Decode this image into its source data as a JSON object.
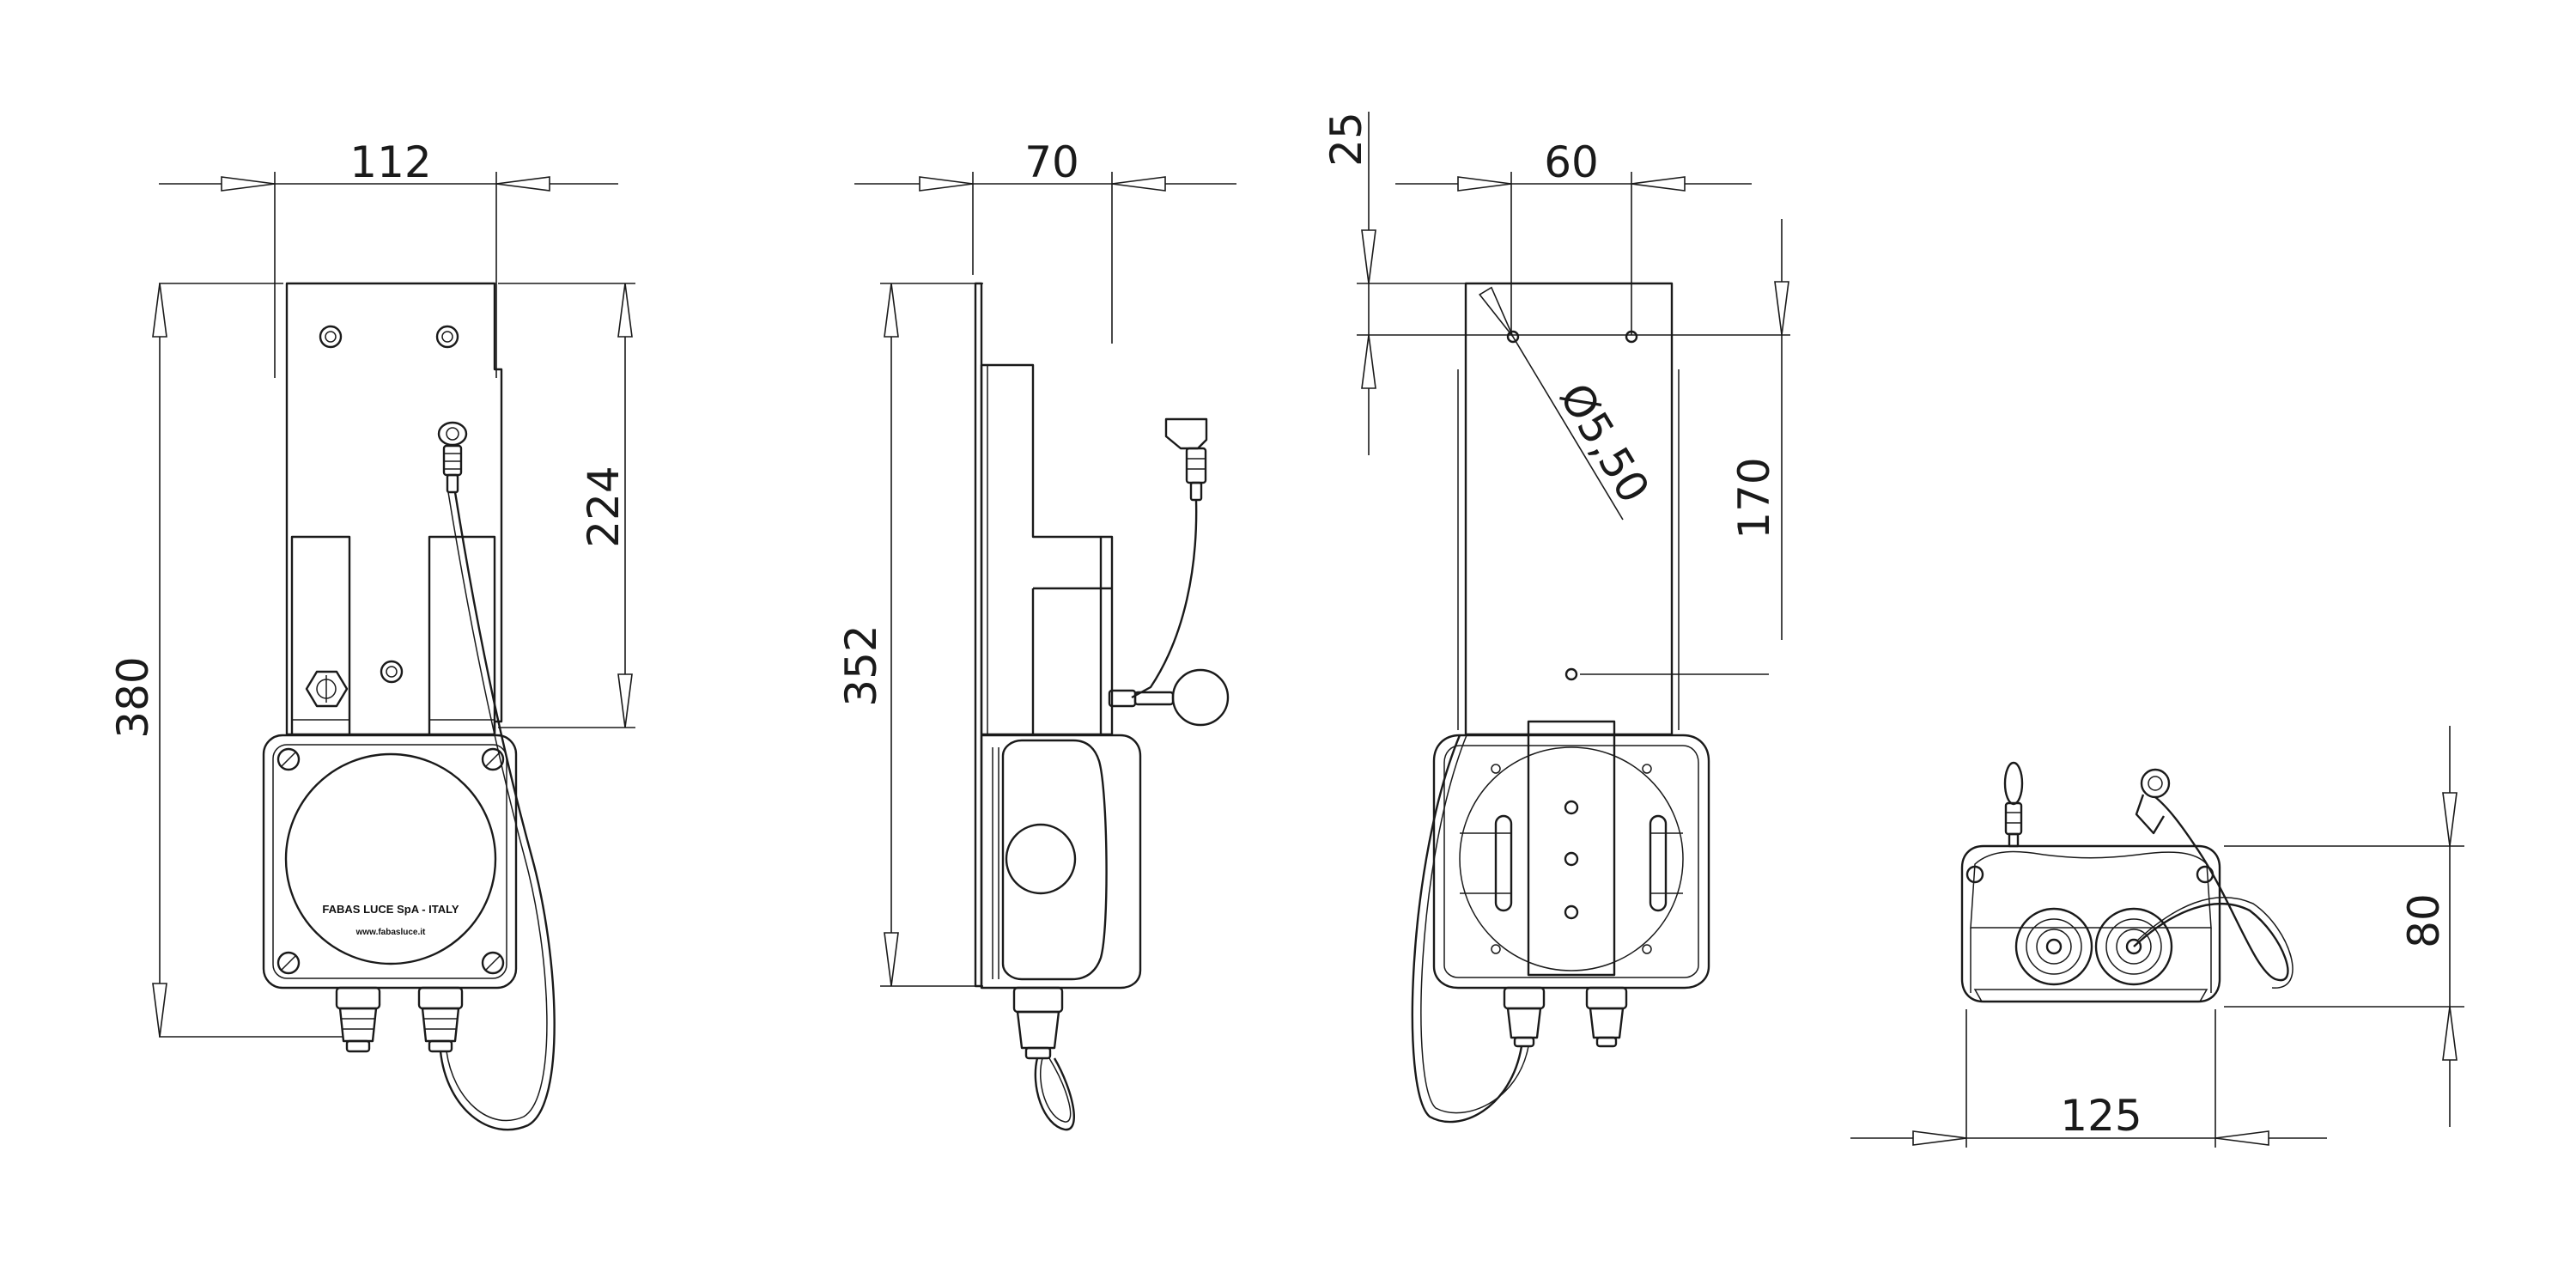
{
  "dimensions": {
    "front_width": "112",
    "front_height_total": "380",
    "front_height_bracket": "224",
    "side_width": "70",
    "side_height": "352",
    "rear_top_offset": "25",
    "rear_hole_spacing": "60",
    "rear_hole_diameter": "Ø5,50",
    "rear_hole_to_hole": "170",
    "bottom_width": "125",
    "bottom_height": "80"
  },
  "label": {
    "company": "FABAS LUCE SpA - ITALY",
    "website": "www.fabasluce.it"
  }
}
